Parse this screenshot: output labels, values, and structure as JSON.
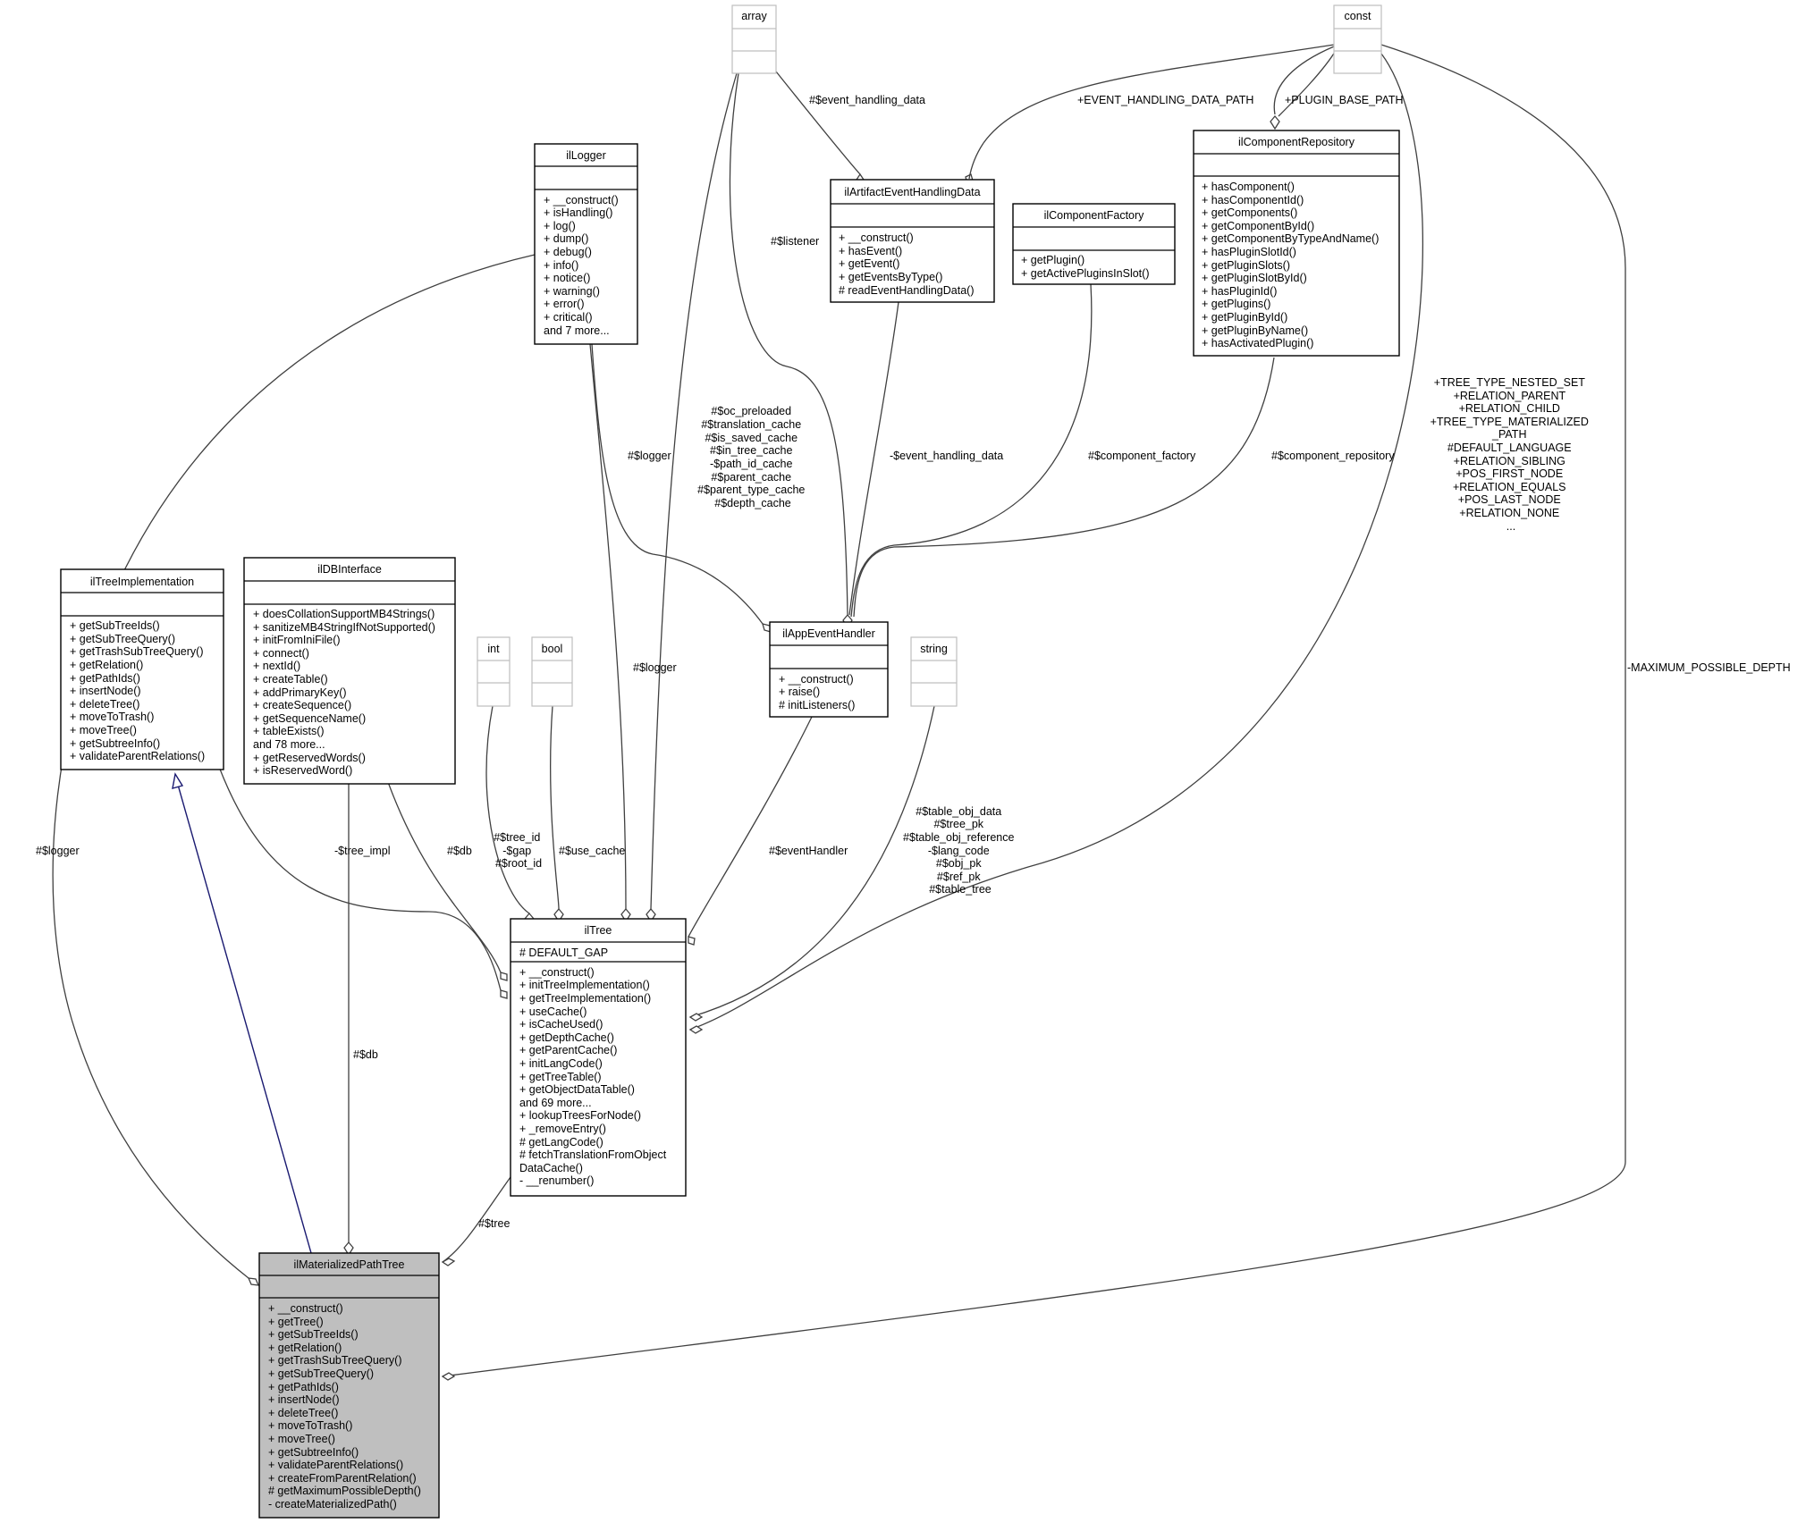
{
  "classes": {
    "array": {
      "name": "array",
      "members": []
    },
    "const": {
      "name": "const",
      "members": []
    },
    "int": {
      "name": "int",
      "members": []
    },
    "bool": {
      "name": "bool",
      "members": []
    },
    "string": {
      "name": "string",
      "members": []
    },
    "ilLogger": {
      "name": "ilLogger",
      "members": [
        "+ __construct()",
        "+ isHandling()",
        "+ log()",
        "+ dump()",
        "+ debug()",
        "+ info()",
        "+ notice()",
        "+ warning()",
        "+ error()",
        "+ critical()",
        "and 7 more..."
      ]
    },
    "ilArtifactEventHandlingData": {
      "name": "ilArtifactEventHandlingData",
      "members": [
        "+ __construct()",
        "+ hasEvent()",
        "+ getEvent()",
        "+ getEventsByType()",
        "# readEventHandlingData()"
      ]
    },
    "ilComponentFactory": {
      "name": "ilComponentFactory",
      "members": [
        "+ getPlugin()",
        "+ getActivePluginsInSlot()"
      ]
    },
    "ilComponentRepository": {
      "name": "ilComponentRepository",
      "members": [
        "+ hasComponent()",
        "+ hasComponentId()",
        "+ getComponents()",
        "+ getComponentById()",
        "+ getComponentByTypeAndName()",
        "+ hasPluginSlotId()",
        "+ getPluginSlots()",
        "+ getPluginSlotById()",
        "+ hasPluginId()",
        "+ getPlugins()",
        "+ getPluginById()",
        "+ getPluginByName()",
        "+ hasActivatedPlugin()"
      ]
    },
    "ilTreeImplementation": {
      "name": "ilTreeImplementation",
      "members": [
        "+ getSubTreeIds()",
        "+ getSubTreeQuery()",
        "+ getTrashSubTreeQuery()",
        "+ getRelation()",
        "+ getPathIds()",
        "+ insertNode()",
        "+ deleteTree()",
        "+ moveToTrash()",
        "+ moveTree()",
        "+ getSubtreeInfo()",
        "+ validateParentRelations()"
      ]
    },
    "ilDBInterface": {
      "name": "ilDBInterface",
      "members": [
        "+ doesCollationSupportMB4Strings()",
        "+ sanitizeMB4StringIfNotSupported()",
        "+ initFromIniFile()",
        "+ connect()",
        "+ nextId()",
        "+ createTable()",
        "+ addPrimaryKey()",
        "+ createSequence()",
        "+ getSequenceName()",
        "+ tableExists()",
        "and 78 more...",
        "+ getReservedWords()",
        "+ isReservedWord()"
      ]
    },
    "ilAppEventHandler": {
      "name": "ilAppEventHandler",
      "members": [
        "+ __construct()",
        "+ raise()",
        "# initListeners()"
      ]
    },
    "ilTree": {
      "name": "ilTree",
      "attributes": [
        "# DEFAULT_GAP"
      ],
      "members": [
        "+ __construct()",
        "+ initTreeImplementation()",
        "+ getTreeImplementation()",
        "+ useCache()",
        "+ isCacheUsed()",
        "+ getDepthCache()",
        "+ getParentCache()",
        "+ initLangCode()",
        "+ getTreeTable()",
        "+ getObjectDataTable()",
        "and 69 more...",
        "+ lookupTreesForNode()",
        "+ _removeEntry()",
        "# getLangCode()",
        "# fetchTranslationFromObject",
        "DataCache()",
        "- __renumber()"
      ]
    },
    "ilMaterializedPathTree": {
      "name": "ilMaterializedPathTree",
      "members": [
        "+ __construct()",
        "+ getTree()",
        "+ getSubTreeIds()",
        "+ getRelation()",
        "+ getTrashSubTreeQuery()",
        "+ getSubTreeQuery()",
        "+ getPathIds()",
        "+ insertNode()",
        "+ deleteTree()",
        "+ moveToTrash()",
        "+ moveTree()",
        "+ getSubtreeInfo()",
        "+ validateParentRelations()",
        "+ createFromParentRelation()",
        "# getMaximumPossibleDepth()",
        "- createMaterializedPath()"
      ]
    }
  },
  "edge_labels": {
    "event_handling_data": [
      "#$event_handling_data"
    ],
    "event_handling_data_path": [
      "+EVENT_HANDLING_DATA_PATH"
    ],
    "plugin_base_path": [
      "+PLUGIN_BASE_PATH"
    ],
    "listener": [
      "#$listener"
    ],
    "array_to_tree": [
      "#$oc_preloaded",
      "#$translation_cache",
      "#$is_saved_cache",
      "#$in_tree_cache",
      "-$path_id_cache",
      "#$parent_cache",
      "#$parent_type_cache",
      "#$depth_cache"
    ],
    "logger_to_appevent": [
      "#$logger"
    ],
    "private_event_handling_data": [
      "-$event_handling_data"
    ],
    "component_factory": [
      "#$component_factory"
    ],
    "component_repository": [
      "#$component_repository"
    ],
    "const_to_tree": [
      "+TREE_TYPE_NESTED_SET",
      "+RELATION_PARENT",
      "+RELATION_CHILD",
      "+TREE_TYPE_MATERIALIZED",
      "_PATH",
      "#DEFAULT_LANGUAGE",
      "+RELATION_SIBLING",
      "+POS_FIRST_NODE",
      "+RELATION_EQUALS",
      "+POS_LAST_NODE",
      "+RELATION_NONE",
      "..."
    ],
    "max_depth": [
      "-MAXIMUM_POSSIBLE_DEPTH"
    ],
    "logger_to_tree": [
      "#$logger"
    ],
    "logger_to_mpt": [
      "#$logger"
    ],
    "tree_impl": [
      "-$tree_impl"
    ],
    "db_to_tree": [
      "#$db"
    ],
    "int_to_tree": [
      "#$tree_id",
      "-$gap",
      "#$root_id"
    ],
    "use_cache": [
      "#$use_cache"
    ],
    "event_handler": [
      "#$eventHandler"
    ],
    "string_to_tree": [
      "#$table_obj_data",
      "#$tree_pk",
      "#$table_obj_reference",
      "-$lang_code",
      "#$obj_pk",
      "#$ref_pk",
      "#$table_tree"
    ],
    "db_to_mpt": [
      "#$db"
    ],
    "tree_to_mpt": [
      "#$tree"
    ]
  }
}
